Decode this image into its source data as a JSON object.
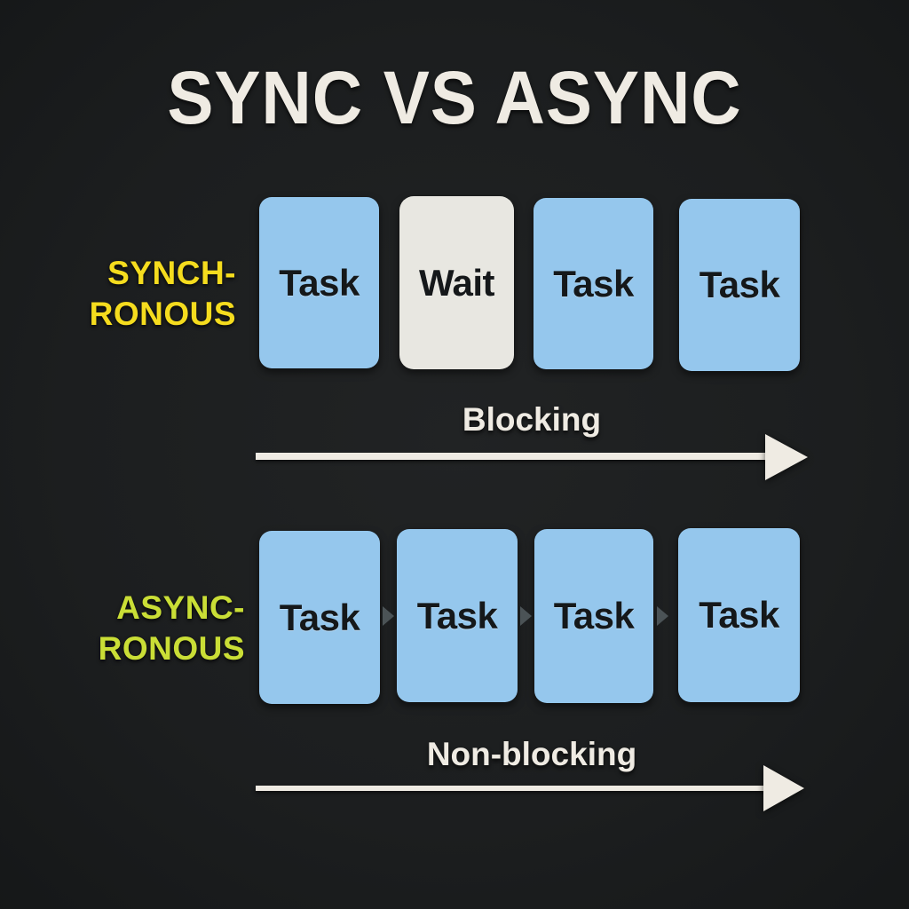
{
  "title": "SYNC VS ASYNC",
  "colors": {
    "background": "#1e2021",
    "title_text": "#efebe3",
    "sync_label": "#f5dc1e",
    "async_label": "#cade36",
    "task_box": "#95c7ed",
    "wait_box": "#e8e7e1",
    "box_text": "#15181a",
    "arrow": "#efebe3",
    "flow_marker": "#4b5356"
  },
  "rows": [
    {
      "id": "synchronous",
      "label_line1": "SYNCH-",
      "label_line2": "RONOUS",
      "boxes": [
        {
          "label": "Task",
          "kind": "task"
        },
        {
          "label": "Wait",
          "kind": "wait"
        },
        {
          "label": "Task",
          "kind": "task"
        },
        {
          "label": "Task",
          "kind": "task"
        }
      ],
      "flow_markers": 0,
      "caption": "Blocking"
    },
    {
      "id": "asynchronous",
      "label_line1": "ASYNC-",
      "label_line2": "RONOUS",
      "boxes": [
        {
          "label": "Task",
          "kind": "task"
        },
        {
          "label": "Task",
          "kind": "task"
        },
        {
          "label": "Task",
          "kind": "task"
        },
        {
          "label": "Task",
          "kind": "task"
        }
      ],
      "flow_markers": 3,
      "caption": "Non-blocking"
    }
  ]
}
